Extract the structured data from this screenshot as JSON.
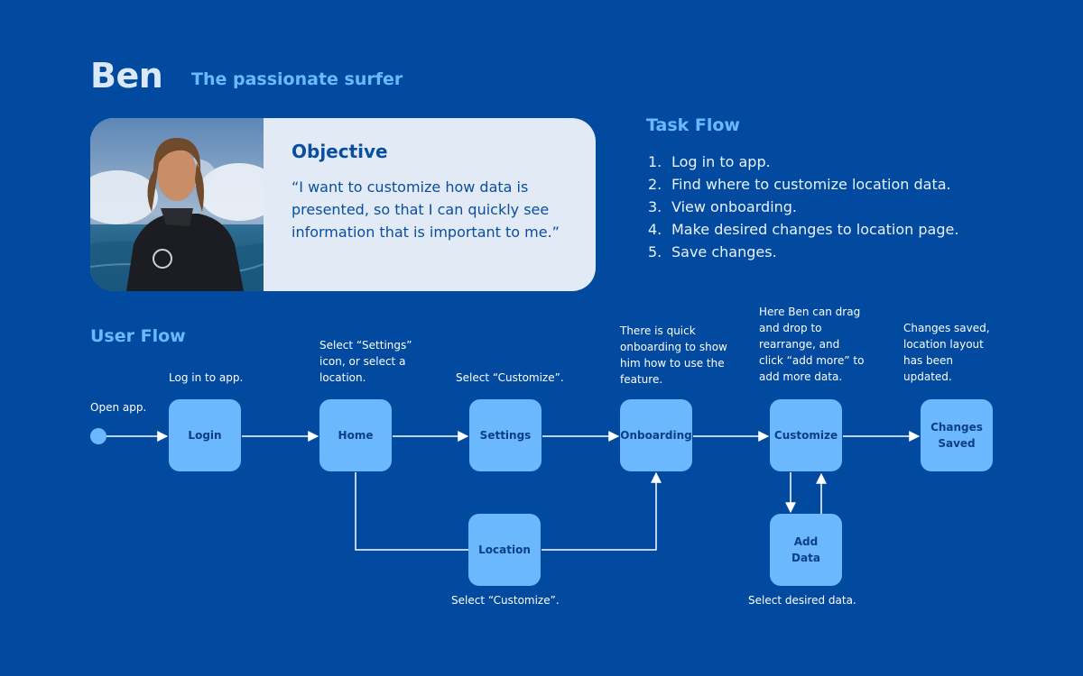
{
  "persona": {
    "name": "Ben",
    "subtitle": "The passionate surfer"
  },
  "objective": {
    "title": "Objective",
    "quote": "“I want to customize how data is\npresented, so that I can quickly see\ninformation that is important to me.”"
  },
  "task_flow": {
    "title": "Task Flow",
    "items": [
      {
        "num": "1.",
        "text": "Log in to app."
      },
      {
        "num": "2.",
        "text": "Find where to customize location data."
      },
      {
        "num": "3.",
        "text": "View onboarding."
      },
      {
        "num": "4.",
        "text": "Make desired changes to location page."
      },
      {
        "num": "5.",
        "text": "Save changes."
      }
    ]
  },
  "user_flow": {
    "title": "User Flow",
    "nodes": {
      "login": "Login",
      "home": "Home",
      "settings": "Settings",
      "onboarding": "Onboarding",
      "customize": "Customize",
      "changes_saved": "Changes\nSaved",
      "location": "Location",
      "add_data": "Add\nData"
    },
    "notes": {
      "open_app": "Open app.",
      "log_in": "Log in to app.",
      "select_settings": "Select “Settings”\nicon, or select a\nlocation.",
      "select_customize_top": "Select “Customize”.",
      "onboarding_note": "There is quick\nonboarding to show\nhim how to use the\nfeature.",
      "customize_note": "Here Ben can drag\nand drop to\nrearrange, and\nclick “add more” to\nadd more data.",
      "saved_note": "Changes saved,\nlocation layout\nhas been\nupdated.",
      "select_customize_bottom": "Select “Customize”.",
      "select_data": "Select desired data."
    }
  },
  "colors": {
    "background": "#014aa0",
    "accent": "#6cb8ff",
    "card": "#e2ebf5",
    "node_text": "#0b3f85"
  }
}
